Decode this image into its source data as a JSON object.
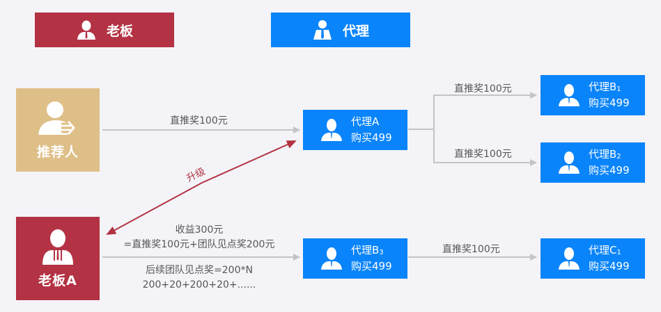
{
  "legend": {
    "boss": {
      "label": "老板",
      "icon": "boss-icon",
      "color": "#b33243"
    },
    "agent": {
      "label": "代理",
      "icon": "agent-icon",
      "color": "#0a84fa"
    }
  },
  "nodes": {
    "referrer": {
      "label": "推荐人",
      "icon": "user-arrow-icon",
      "color": "#dfbf88"
    },
    "boss_a": {
      "label": "老板A",
      "icon": "boss-icon",
      "color": "#b33243"
    },
    "agent_a": {
      "name": "代理A",
      "name_sub": "",
      "purchase": "购买499"
    },
    "agent_b1": {
      "name": "代理B",
      "name_sub": "1",
      "purchase": "购买499"
    },
    "agent_b2": {
      "name": "代理B",
      "name_sub": "2",
      "purchase": "购买499"
    },
    "agent_b3": {
      "name": "代理B",
      "name_sub": "3",
      "purchase": "购买499"
    },
    "agent_c1": {
      "name": "代理C",
      "name_sub": "1",
      "purchase": "购买499"
    }
  },
  "edges": {
    "referrer_to_a": "直推奖100元",
    "a_to_b1": "直推奖100元",
    "a_to_b2": "直推奖100元",
    "b3_to_c1": "直推奖100元",
    "upgrade": "升级",
    "boss_income_line1": "收益300元",
    "boss_income_line2": "=直推奖100元+团队见点奖200元",
    "boss_future_line1": "后续团队见点奖=200*N",
    "boss_future_line2": "200+20+200+20+......"
  },
  "colors": {
    "line": "#c4c4c8",
    "upgrade": "#b33243"
  }
}
